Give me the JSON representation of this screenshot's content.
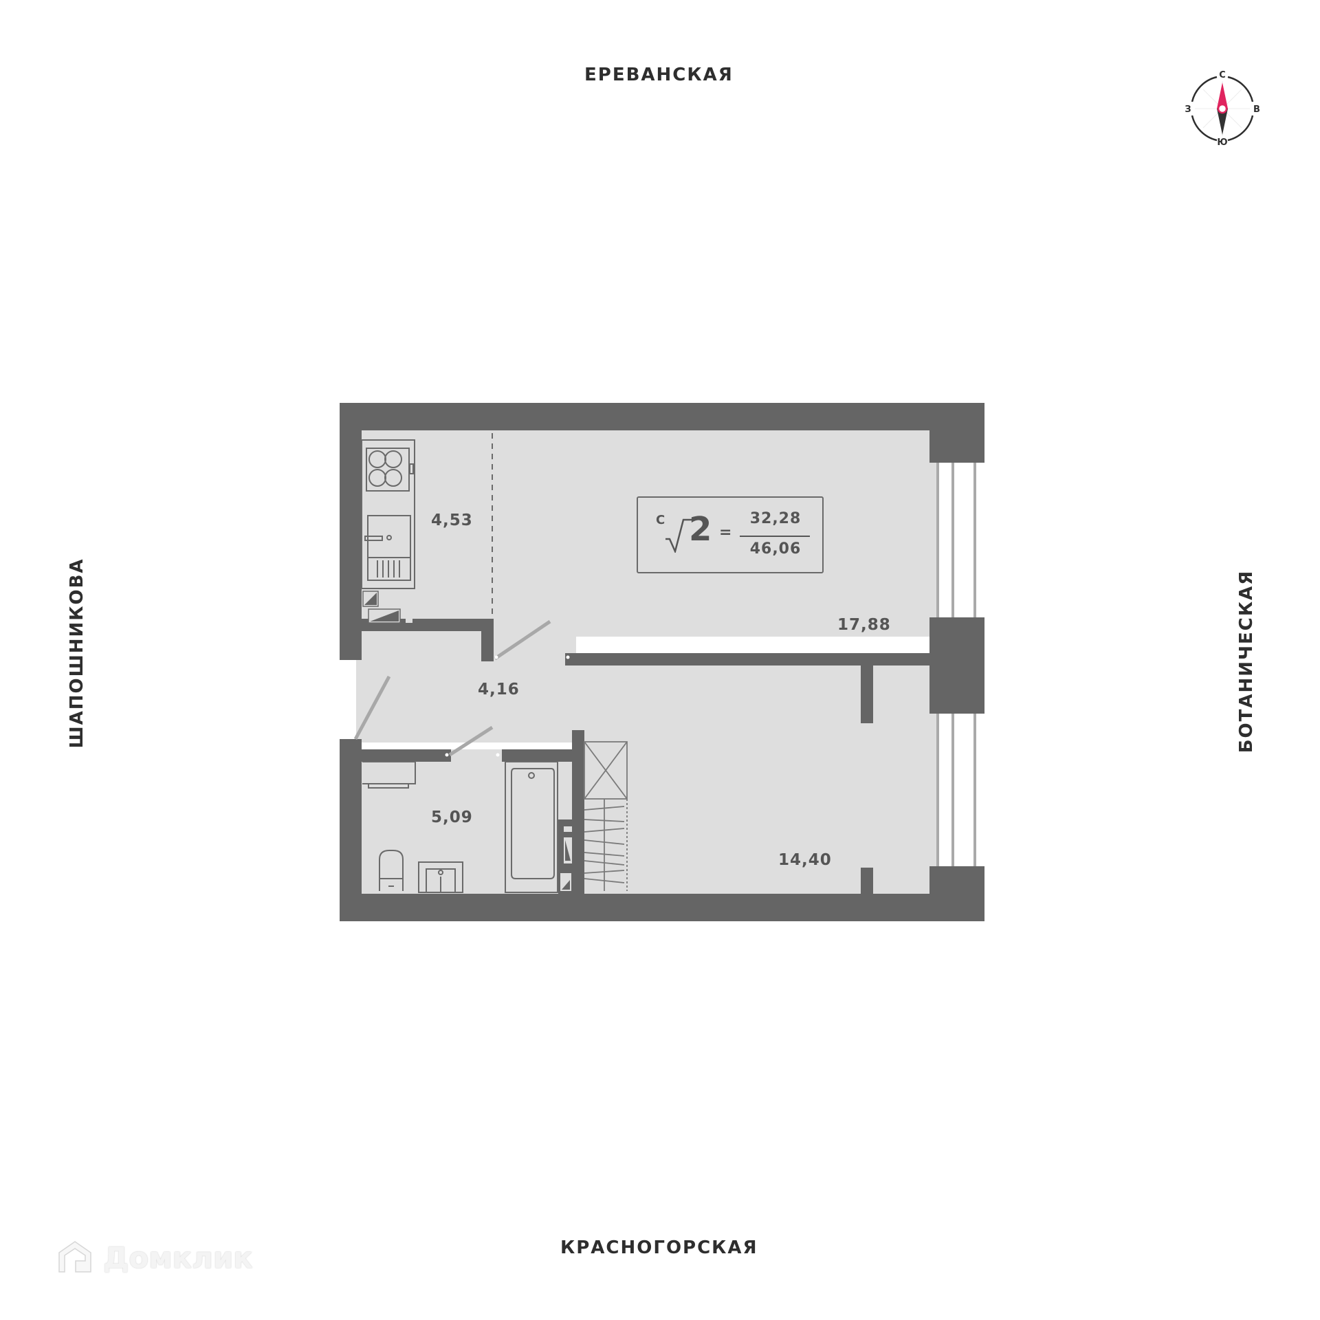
{
  "streets": {
    "north": "ЕРЕВАНСКАЯ",
    "south": "КРАСНОГОРСКАЯ",
    "west": "ШАПОШНИКОВА",
    "east": "БОТАНИЧЕСКАЯ"
  },
  "compass": {
    "north": "С",
    "south": "Ю",
    "west": "З",
    "east": "В",
    "accent_color": "#e0245e"
  },
  "area_summary": {
    "prefix": "С",
    "rooms": "2",
    "equals": "=",
    "living_area": "32,28",
    "total_area": "46,06"
  },
  "rooms": [
    {
      "id": "kitchen",
      "area": "4,53"
    },
    {
      "id": "living-room",
      "area": "17,88"
    },
    {
      "id": "hallway",
      "area": "4,16"
    },
    {
      "id": "bathroom",
      "area": "5,09"
    },
    {
      "id": "bedroom",
      "area": "14,40"
    }
  ],
  "colors": {
    "wall": "#656565",
    "floor": "#dedede",
    "fixture_line": "#6a6a6a",
    "door_swing": "#a8a8a8",
    "window_frame": "#a9a9a9",
    "label": "#555555",
    "street_label": "#2e2e2e"
  },
  "watermark": {
    "text": "Домклик"
  }
}
